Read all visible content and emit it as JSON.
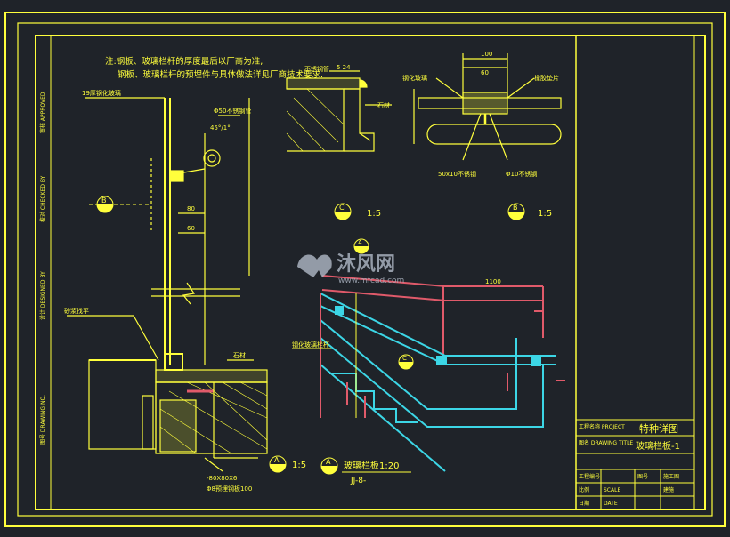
{
  "notes": {
    "line1": "注:钢板、玻璃栏杆的厚度最后以厂商为准,",
    "line2": "钢板、玻璃栏杆的预埋件与具体做法详见厂商技术要求."
  },
  "detail_a": {
    "glass_label": "19厚钢化玻璃",
    "bolt_label": "Φ50不锈钢管",
    "angle_label": "45°/1°",
    "dim1": "80",
    "dim2": "60",
    "floor_label": "石材",
    "wall_label": "砂浆找平",
    "embed_label1": "-80X80X6",
    "embed_label2": "Φ8预埋钢板100",
    "marker_letter": "A",
    "scale": "1:5",
    "ref_letter": "B"
  },
  "detail_c": {
    "top_label": "不锈钢管",
    "dim": "5 24",
    "side_label": "石材",
    "marker_letter": "C",
    "scale": "1:5"
  },
  "detail_b": {
    "dim_top": "100",
    "dim_sub": "60",
    "left_label": "钢化玻璃",
    "right_label": "橡胶垫片",
    "label_bottom1": "50x10不锈钢",
    "label_bottom2": "Φ10不锈钢",
    "marker_letter": "B",
    "scale": "1:5"
  },
  "elevation": {
    "top_dim": "1100",
    "left_label": "钢化玻璃栏杆",
    "c_marker": "C",
    "a_marker": "A",
    "b_marker": "A",
    "title": "玻璃栏板1:20",
    "sub": "JJ-8-"
  },
  "watermark": {
    "brand": "沐风网",
    "url": "www.mfcad.com"
  },
  "side_labels": {
    "a": "审核 APPROVED",
    "b": "校对 CHECKED BY",
    "c": "设计 DESIGNED BY",
    "d": "图号 DRAWING NO."
  },
  "title_block": {
    "project_label": "工程名称 PROJECT",
    "project_name": "特种详图",
    "drawing_label": "图名 DRAWING TITLE",
    "drawing_name": "玻璃栏板-1",
    "row1a": "工程编号",
    "row1b": "图号",
    "row2a": "比例",
    "row2b": "SCALE",
    "row3a": "日期",
    "row3b": "DATE",
    "row1c": "施工图",
    "row2c": "建施"
  },
  "colors": {
    "yellow": "#ffff3c",
    "cyan": "#3cd6e6",
    "red": "#e05a6a",
    "bg": "#1f2329"
  }
}
